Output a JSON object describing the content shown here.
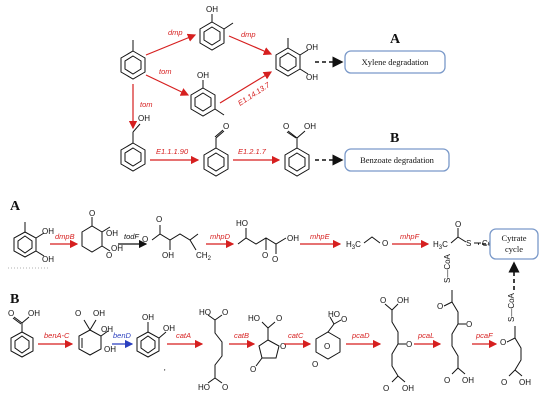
{
  "labels": {
    "A_top": "A",
    "B_top": "B",
    "A_section": "A",
    "B_section": "B"
  },
  "boxes": {
    "xylene": "Xylene degradation",
    "benzoate": "Benzoate degradation",
    "cytrate": "Cytrate cycle"
  },
  "enzymes_top": {
    "dmp1": "dmp",
    "dmp2": "dmp",
    "tom1": "tom",
    "tom2": "tom",
    "e1_14": "E1.14.13.7",
    "e1_1_1_90": "E1.1.1.90",
    "e1_2_1_7": "E1.2.1.7"
  },
  "enzymes_A": {
    "dmpB": "dmpB",
    "todF": "todF",
    "mhpD": "mhpD",
    "mhpE": "mhpE",
    "mhpF": "mhpF"
  },
  "enzymes_B": {
    "benAC": "benA-C",
    "benD": "benD",
    "catA": "catA",
    "catB": "catB",
    "catC": "catC",
    "pcaD": "pcaD",
    "pcaL": "pcaL",
    "pcaF": "pcaF"
  },
  "groups": {
    "oh": "OH",
    "o": "O",
    "ch2": "CH",
    "ch2_sub": "2",
    "h3c": "H",
    "h3c_sub": "3",
    "h3c_c": "C",
    "s": "S",
    "coa": "CoA",
    "s_coa": "S—CoA",
    "cooh_ho": "HO",
    "dot": "'"
  },
  "colors": {
    "enzyme_red": "#d61f1f",
    "enzyme_blue": "#2a3fbf",
    "box_border": "#7a99c9"
  }
}
